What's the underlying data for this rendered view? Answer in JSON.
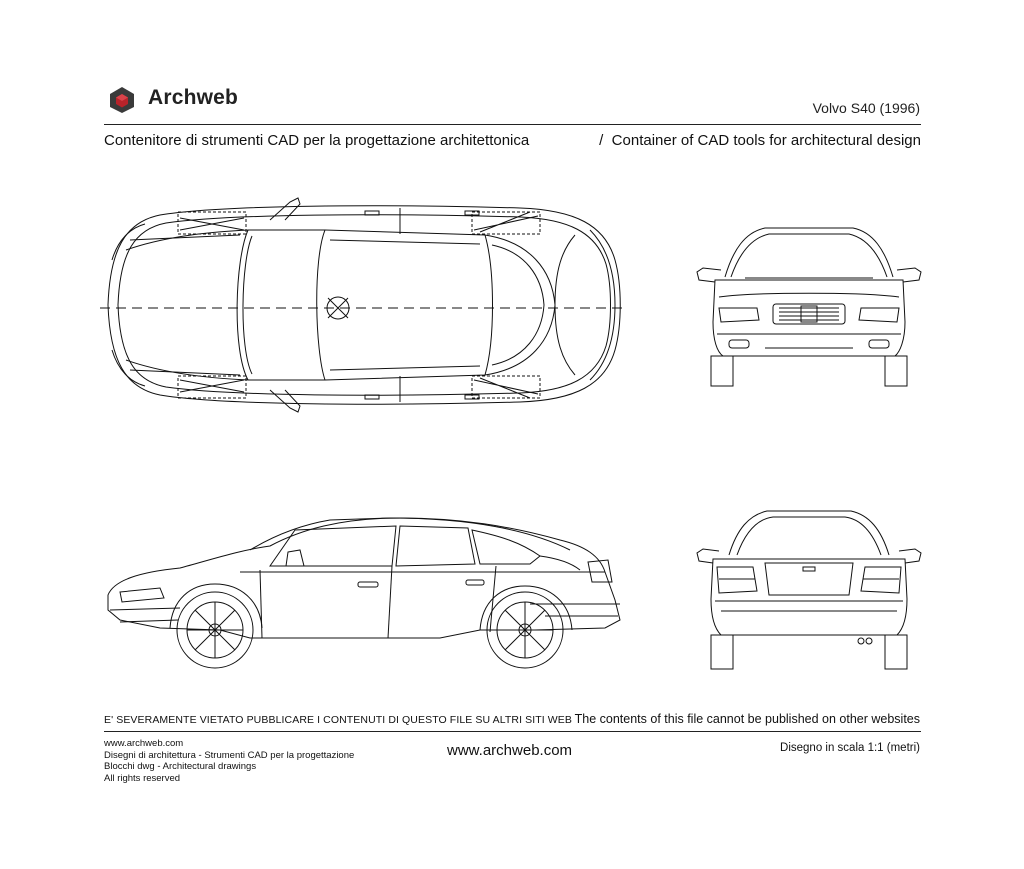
{
  "header": {
    "brand": "Archweb",
    "model": "Volvo S40 (1996)",
    "tagline_it": "Contenitore di strumenti CAD per la progettazione architettonica",
    "tagline_sep": "/",
    "tagline_en": "Container of CAD tools for architectural design"
  },
  "logo": {
    "icon": "hexagon-cube-icon",
    "color_dark": "#3a3a3a",
    "color_red": "#b8232a"
  },
  "views": [
    "top-view",
    "front-view",
    "side-view",
    "rear-view"
  ],
  "footer": {
    "warning_it": "E' SEVERAMENTE VIETATO PUBBLICARE I CONTENUTI DI QUESTO FILE SU ALTRI SITI WEB",
    "warning_en": "The contents of this file cannot be published on other websites",
    "left_lines": [
      "www.archweb.com",
      "Disegni di architettura - Strumenti CAD  per la progettazione",
      "Blocchi dwg - Architectural drawings",
      "All rights reserved"
    ],
    "url": "www.archweb.com",
    "scale": "Disegno in scala 1:1 (metri)"
  }
}
